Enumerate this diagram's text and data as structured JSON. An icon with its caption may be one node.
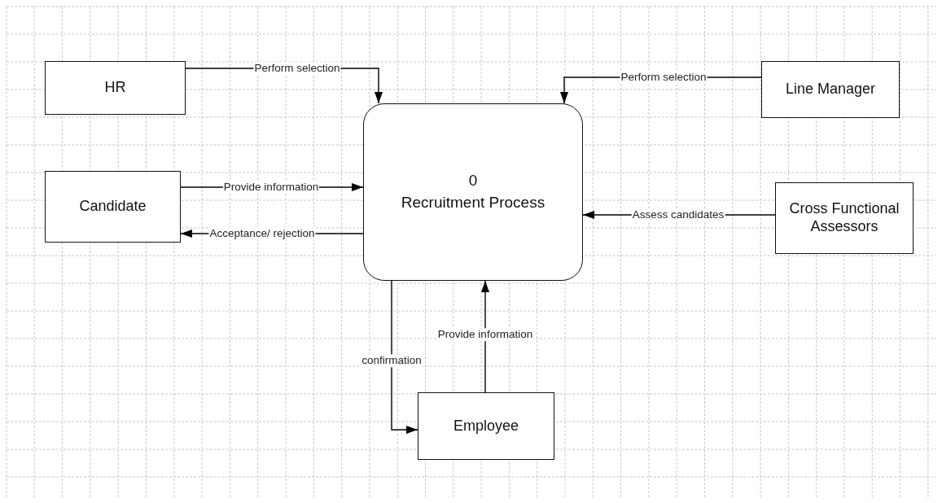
{
  "diagram": {
    "nodes": [
      {
        "text": [
          "HR"
        ]
      },
      {
        "text": [
          "Line Manager"
        ]
      },
      {
        "text": [
          "0",
          "Recruitment Process"
        ]
      },
      {
        "text": [
          "Candidate"
        ]
      },
      {
        "text": [
          "Cross Functional Assessors"
        ]
      },
      {
        "text": [
          "Employee"
        ]
      }
    ],
    "edges": [
      {
        "from": 0,
        "to": 2,
        "arrow": "to",
        "label": "Perform selection"
      },
      {
        "from": 1,
        "to": 2,
        "arrow": "to",
        "label": "Perform selection"
      },
      {
        "from": 3,
        "to": 2,
        "arrow": "to",
        "label": "Provide information"
      },
      {
        "from": 2,
        "to": 3,
        "arrow": "to",
        "label": "Acceptance/ rejection"
      },
      {
        "from": 4,
        "to": 2,
        "arrow": "to",
        "label": "Assess candidates"
      },
      {
        "from": 2,
        "to": 5,
        "arrow": "to",
        "label": "confirmation"
      },
      {
        "from": 5,
        "to": 2,
        "arrow": "to",
        "label": "Provide information"
      }
    ]
  }
}
